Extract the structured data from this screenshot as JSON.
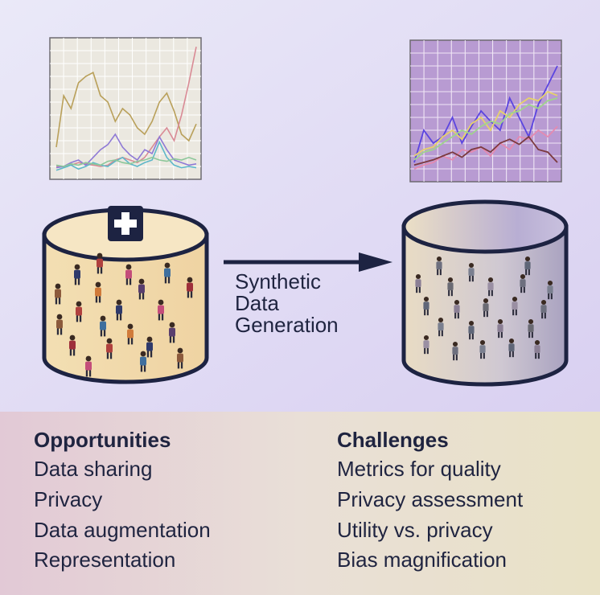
{
  "process": {
    "label_lines": [
      "Synthetic",
      "Data",
      "Generation"
    ]
  },
  "opportunities": {
    "title": "Opportunities",
    "items": [
      "Data sharing",
      "Privacy",
      "Data augmentation",
      "Representation"
    ]
  },
  "challenges": {
    "title": "Challenges",
    "items": [
      "Metrics for quality",
      "Privacy assessment",
      "Utility vs. privacy",
      "Bias magnification"
    ]
  },
  "colors": {
    "panel_top_bg": "#e6e4f8",
    "panel_bottom_bg": "#e5d8d6",
    "real_chart_bg": "#ebe8e0",
    "synthetic_chart_bg": "#b89bd2",
    "real_cylinder_fill": "#f2d9a8",
    "synthetic_cylinder_fill": "#d0cbcf",
    "outline": "#1d2342",
    "medical_badge": "#1d2342"
  },
  "icons": [
    "medical-cross-icon",
    "arrow-right-icon",
    "people-icon"
  ]
}
